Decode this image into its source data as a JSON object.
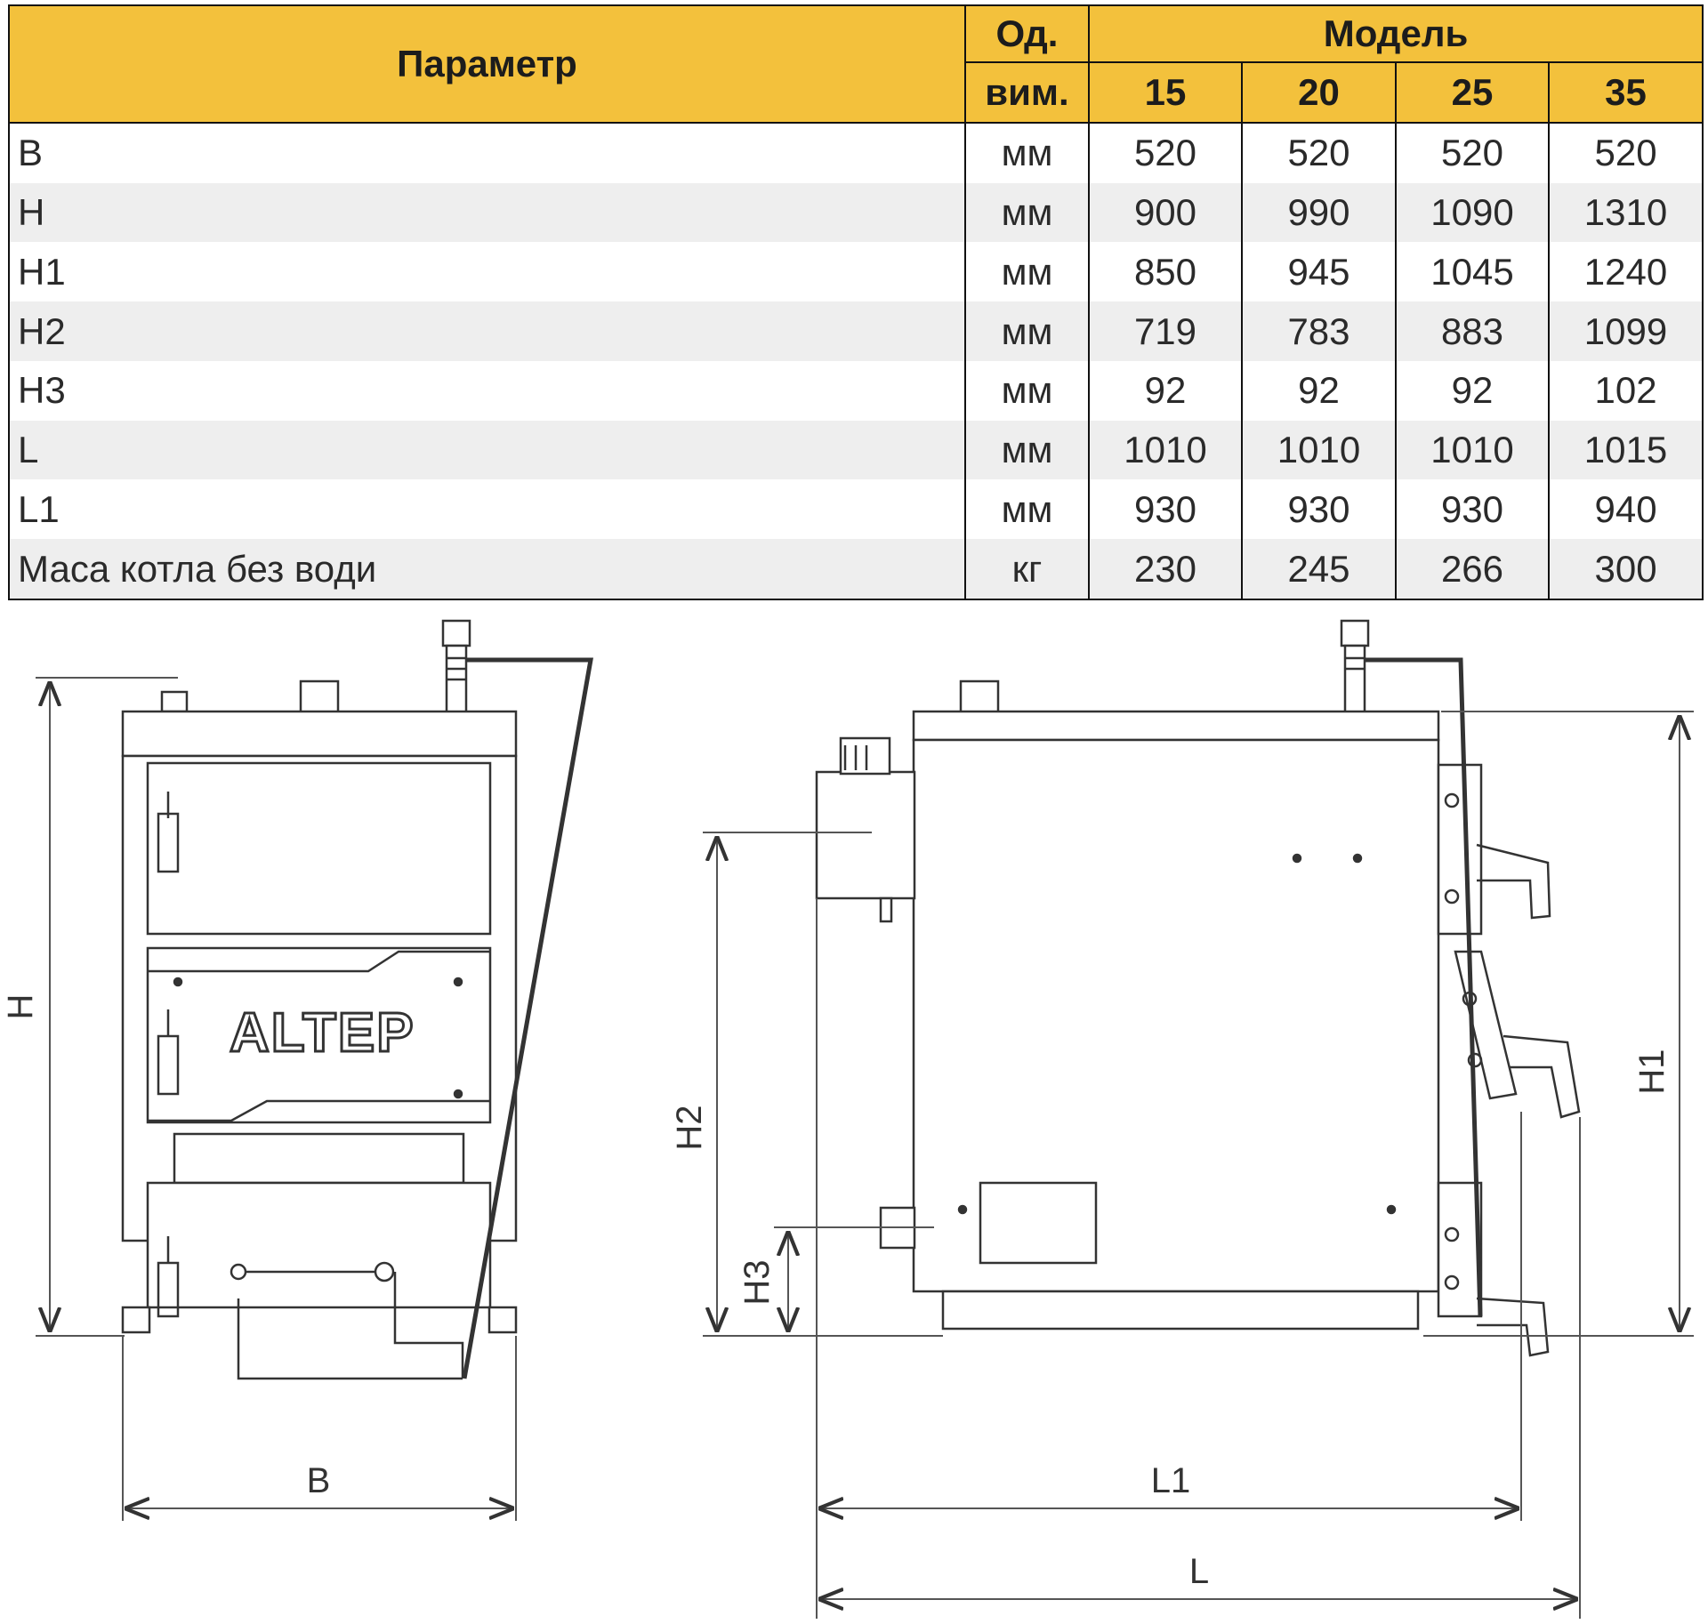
{
  "table": {
    "header": {
      "parameter": "Параметр",
      "unit_line1": "Од.",
      "unit_line2": "вим.",
      "model": "Модель",
      "models": [
        "15",
        "20",
        "25",
        "35"
      ]
    },
    "rows": [
      {
        "param": "B",
        "unit": "мм",
        "values": [
          "520",
          "520",
          "520",
          "520"
        ]
      },
      {
        "param": "H",
        "unit": "мм",
        "values": [
          "900",
          "990",
          "1090",
          "1310"
        ]
      },
      {
        "param": "H1",
        "unit": "мм",
        "values": [
          "850",
          "945",
          "1045",
          "1240"
        ]
      },
      {
        "param": "H2",
        "unit": "мм",
        "values": [
          "719",
          "783",
          "883",
          "1099"
        ]
      },
      {
        "param": "H3",
        "unit": "мм",
        "values": [
          "92",
          "92",
          "92",
          "102"
        ]
      },
      {
        "param": "L",
        "unit": "мм",
        "values": [
          "1010",
          "1010",
          "1010",
          "1015"
        ]
      },
      {
        "param": "L1",
        "unit": "мм",
        "values": [
          "930",
          "930",
          "930",
          "940"
        ]
      },
      {
        "param": "Маса котла без води",
        "unit": "кг",
        "values": [
          "230",
          "245",
          "266",
          "300"
        ]
      }
    ]
  },
  "drawing": {
    "logo": "ALTEP",
    "labels": {
      "H": "H",
      "B": "B",
      "H2": "H2",
      "H3": "H3",
      "H1": "H1",
      "L1": "L1",
      "L": "L"
    }
  },
  "colors": {
    "header_bg": "#f3c13c",
    "alt_row_bg": "#eeeeee",
    "line": "#333333"
  }
}
